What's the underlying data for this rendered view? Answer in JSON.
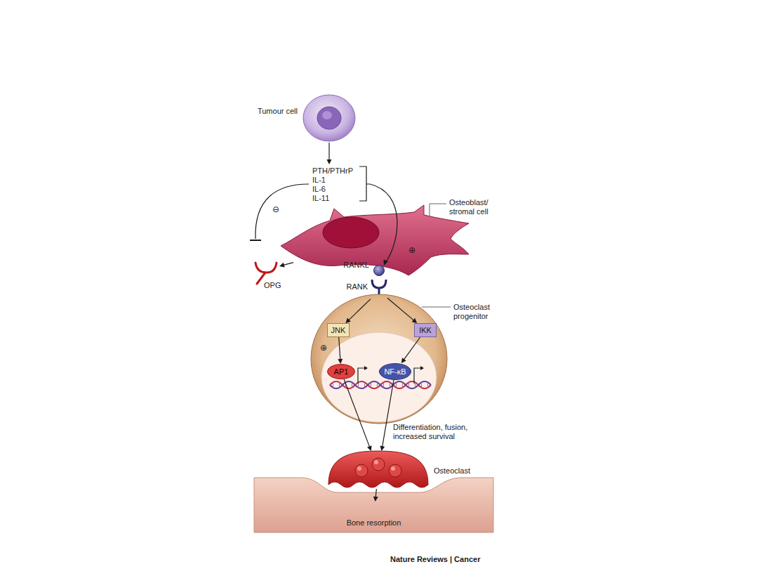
{
  "diagram": {
    "nodes": [
      {
        "text": [
          "Tumour cell"
        ]
      },
      {
        "text": [
          "Osteoblast/ stromal cell"
        ]
      },
      {
        "text": [
          "OPG"
        ]
      },
      {
        "text": [
          "RANKL"
        ]
      },
      {
        "text": [
          "RANK"
        ]
      },
      {
        "text": [
          "Osteoclast progenitor"
        ]
      },
      {
        "text": [
          "JNK"
        ],
        "in": 5
      },
      {
        "text": [
          "IKK"
        ],
        "in": 5
      },
      {
        "text": [
          "AP1"
        ],
        "in": 5
      },
      {
        "text": [
          "NF-κB"
        ],
        "in": 5
      },
      {
        "text": [
          "Osteoclast"
        ]
      },
      {
        "text": [
          "Bone resorption"
        ]
      }
    ],
    "edges": [
      {
        "from": 1,
        "to": 2,
        "arrow": "to"
      },
      {
        "from": 4,
        "to": 6,
        "arrow": "to"
      },
      {
        "from": 4,
        "to": 7,
        "arrow": "to"
      },
      {
        "from": 6,
        "to": 8,
        "arrow": "to"
      },
      {
        "from": 7,
        "to": 9,
        "arrow": "to"
      },
      {
        "from": 8,
        "to": 10,
        "arrow": "to"
      },
      {
        "from": 9,
        "to": 10,
        "arrow": "to"
      },
      {
        "from": 10,
        "to": 11,
        "arrow": "to"
      }
    ],
    "labels": [
      "PTH/PTHrP",
      "IL-1",
      "IL-6",
      "IL-11",
      "⊖",
      "⊕",
      "⊕",
      "Differentiation, fusion, increased survival",
      "Nature Reviews | Cancer"
    ]
  }
}
